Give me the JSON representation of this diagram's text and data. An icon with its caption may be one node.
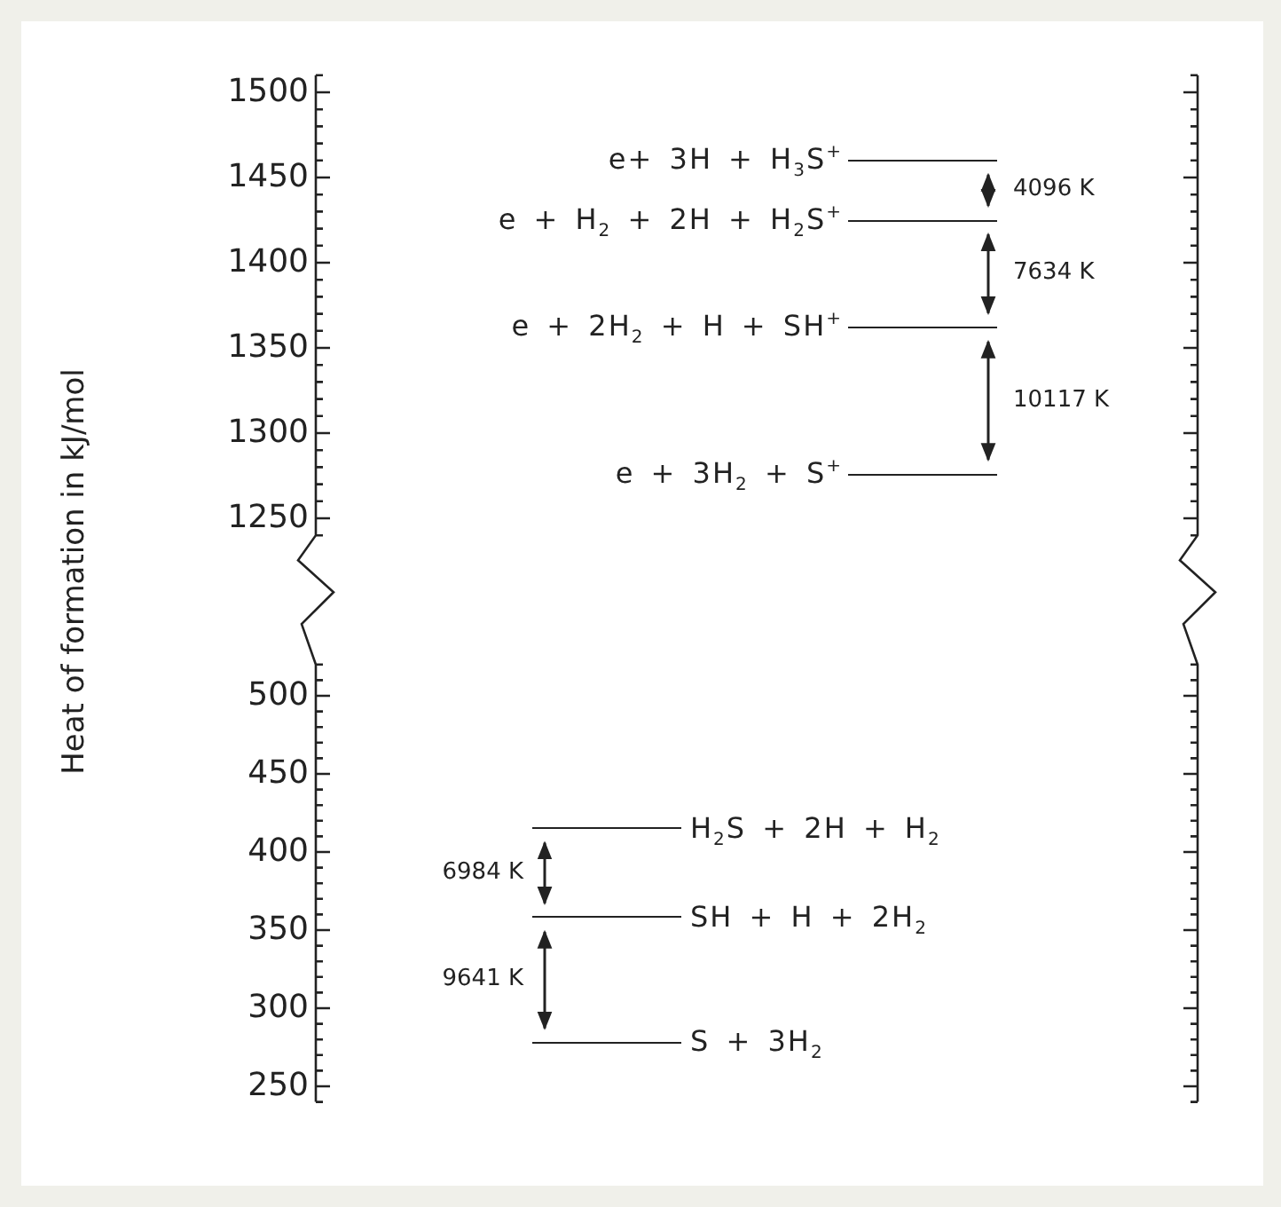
{
  "diagram": {
    "nodes": [
      {
        "text": [
          "e+ 3H + H$_{3}$S$^{+}$"
        ]
      },
      {
        "text": [
          "e + H$_{2}$ + 2H + H$_{2}$S$^{+}$"
        ]
      },
      {
        "text": [
          "e + 2H$_{2}$ + H + SH$^{+}$"
        ]
      },
      {
        "text": [
          "e + 3H$_{2}$ + S$^{+}$"
        ]
      },
      {
        "text": [
          "H$_{2}$S + 2H + H$_{2}$"
        ]
      },
      {
        "text": [
          "SH + H + 2H$_{2}$"
        ]
      },
      {
        "text": [
          "S + 3H$_{2}$"
        ]
      }
    ],
    "edges": [
      {
        "from": 0,
        "to": 1,
        "arrow": "both",
        "label": "4096 K"
      },
      {
        "from": 1,
        "to": 2,
        "arrow": "both",
        "label": "7634 K"
      },
      {
        "from": 2,
        "to": 3,
        "arrow": "both",
        "label": "10117 K"
      },
      {
        "from": 4,
        "to": 5,
        "arrow": "both",
        "label": "6984 K"
      },
      {
        "from": 5,
        "to": 6,
        "arrow": "both",
        "label": "9641 K"
      }
    ],
    "labels": [
      "Heat of formation in kJ/mol",
      "1500",
      "1450",
      "1400",
      "1350",
      "1300",
      "1250",
      "500",
      "450",
      "400",
      "350",
      "300",
      "250"
    ]
  }
}
